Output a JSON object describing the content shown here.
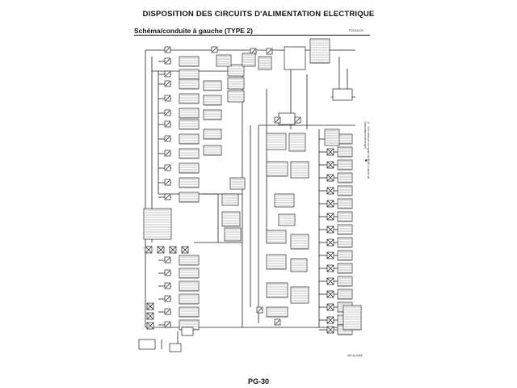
{
  "header": {
    "title": "DISPOSITION DES CIRCUITS D'ALIMENTATION ELECTRIQUE",
    "section": "Schéma/conduite à gauche (TYPE 2)",
    "ref_code": "FDGA01S0"
  },
  "side_note": "★ : Si le véhicule est équipé du BCM (contrôle de l'alimentation électrique)",
  "side_star": "★",
  "bottom_code": "WKIA1946E",
  "footer": {
    "page": "PG-30"
  },
  "diagram": {
    "stroke_color": "#222222",
    "background": "#ffffff"
  }
}
